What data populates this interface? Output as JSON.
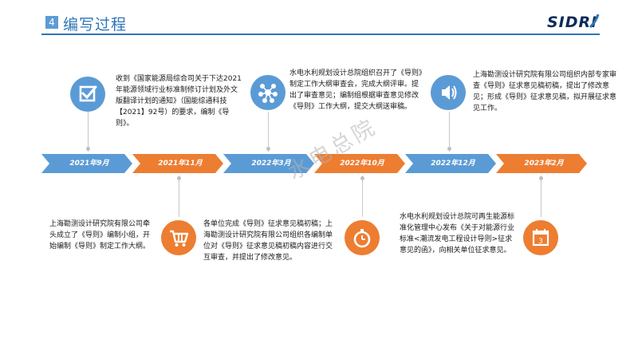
{
  "header": {
    "section_number": "4",
    "title": "编写过程",
    "logo": "SIDRI"
  },
  "watermark": "水电总院",
  "colors": {
    "blue": "#5b9bd5",
    "orange": "#ed7d31",
    "accent": "#2e75b6"
  },
  "milestones": [
    {
      "date": "2021年9月",
      "color": "blue",
      "icon": "checkbox-icon",
      "position": "above",
      "text": "收到《国家能源局综合司关于下达2021年能源领域行业标准制修订计划及外文版翻译计划的通知》（国能综通科技【2021】92号）的要求，编制《导则》。"
    },
    {
      "date": "2021年11月",
      "color": "orange",
      "icon": "cart-icon",
      "position": "below",
      "text": "上海勘测设计研究院有限公司牵头成立了《导则》编制小组，开始编制《导则》制定工作大纲。"
    },
    {
      "date": "2022年3月",
      "color": "blue",
      "icon": "network-icon",
      "position": "above",
      "text": "水电水利规划设计总院组织召开了《导则》制定工作大纲审查会，完成大纲评审。提出了审查意见；编制组根据审查意见修改《导则》工作大纲，提交大纲送审稿。"
    },
    {
      "date": "2022年10月",
      "color": "orange",
      "icon": "stopwatch-icon",
      "position": "below",
      "text": "各单位完成《导则》征求意见稿初稿；上海勘测设计研究院有限公司组织各编制单位对《导则》征求意见稿初稿内容进行交互审查，并提出了修改意见。"
    },
    {
      "date": "2022年12月",
      "color": "blue",
      "icon": "speaker-icon",
      "position": "above",
      "text": "上海勘测设计研究院有限公司组织内部专家审查《导则》征求意见稿初稿，提出了修改意见；形成《导则》征求意见稿，拟开展征求意见工作。"
    },
    {
      "date": "2023年2月",
      "color": "orange",
      "icon": "calendar-icon",
      "position": "below",
      "calendar_day": "3",
      "text": "水电水利规划设计总院可再生能源标准化管理中心发布《关于对能源行业标准<潮流发电工程设计导则>征求意见的函》，向相关单位征求意见。"
    }
  ]
}
